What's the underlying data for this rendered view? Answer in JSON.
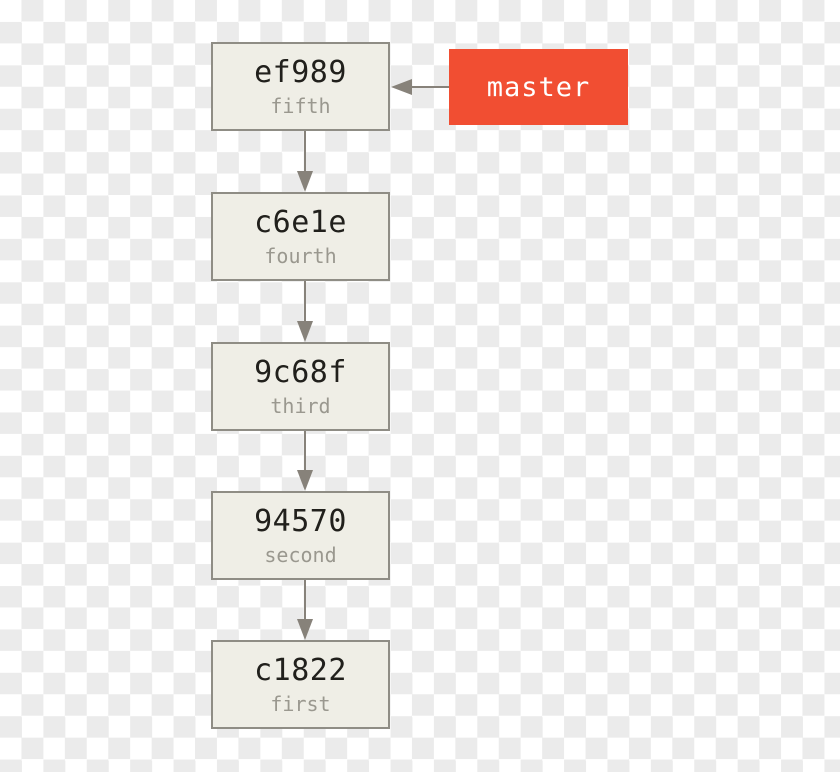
{
  "diagram": {
    "type": "git-commit-graph",
    "orientation": "newest-commit-on-top",
    "branch": {
      "label": "master",
      "points_to": "ef989"
    },
    "commits": [
      {
        "hash": "ef989",
        "label": "fifth"
      },
      {
        "hash": "c6e1e",
        "label": "fourth"
      },
      {
        "hash": "9c68f",
        "label": "third"
      },
      {
        "hash": "94570",
        "label": "second"
      },
      {
        "hash": "c1822",
        "label": "first"
      }
    ],
    "edges": [
      {
        "from": "ef989",
        "to": "c6e1e",
        "direction": "down"
      },
      {
        "from": "c6e1e",
        "to": "9c68f",
        "direction": "down"
      },
      {
        "from": "9c68f",
        "to": "94570",
        "direction": "down"
      },
      {
        "from": "94570",
        "to": "c1822",
        "direction": "down"
      },
      {
        "from": "master",
        "to": "ef989",
        "direction": "left"
      }
    ],
    "colors": {
      "branch_bg": "#f14e32",
      "branch_text": "#ffffff",
      "node_bg": "#efeee6",
      "node_border": "#8f8d85",
      "hash_text": "#21201c",
      "label_text": "#9a988f",
      "arrow": "#87827a",
      "checker_light": "#ffffff",
      "checker_dark": "#ebebeb"
    }
  }
}
